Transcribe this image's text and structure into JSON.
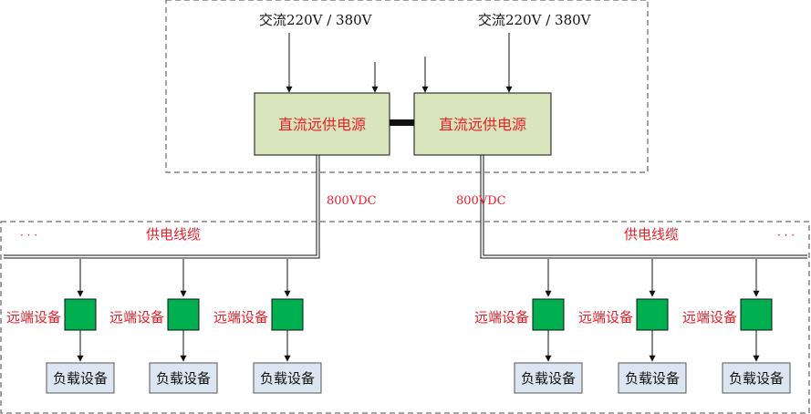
{
  "colors": {
    "psu_fill": "#d8e4bc",
    "remote_fill": "#00b050",
    "load_fill": "#dce6f2",
    "label_red": "#e8202a",
    "line": "#111111"
  },
  "ac_input_label": "交流220V / 380V",
  "psu_label": "直流远供电源",
  "dc_label": "800VDC",
  "cable_label": "供电线缆",
  "remote_label": "远端设备",
  "load_label": "负载设备",
  "ellipsis": "· · ·"
}
